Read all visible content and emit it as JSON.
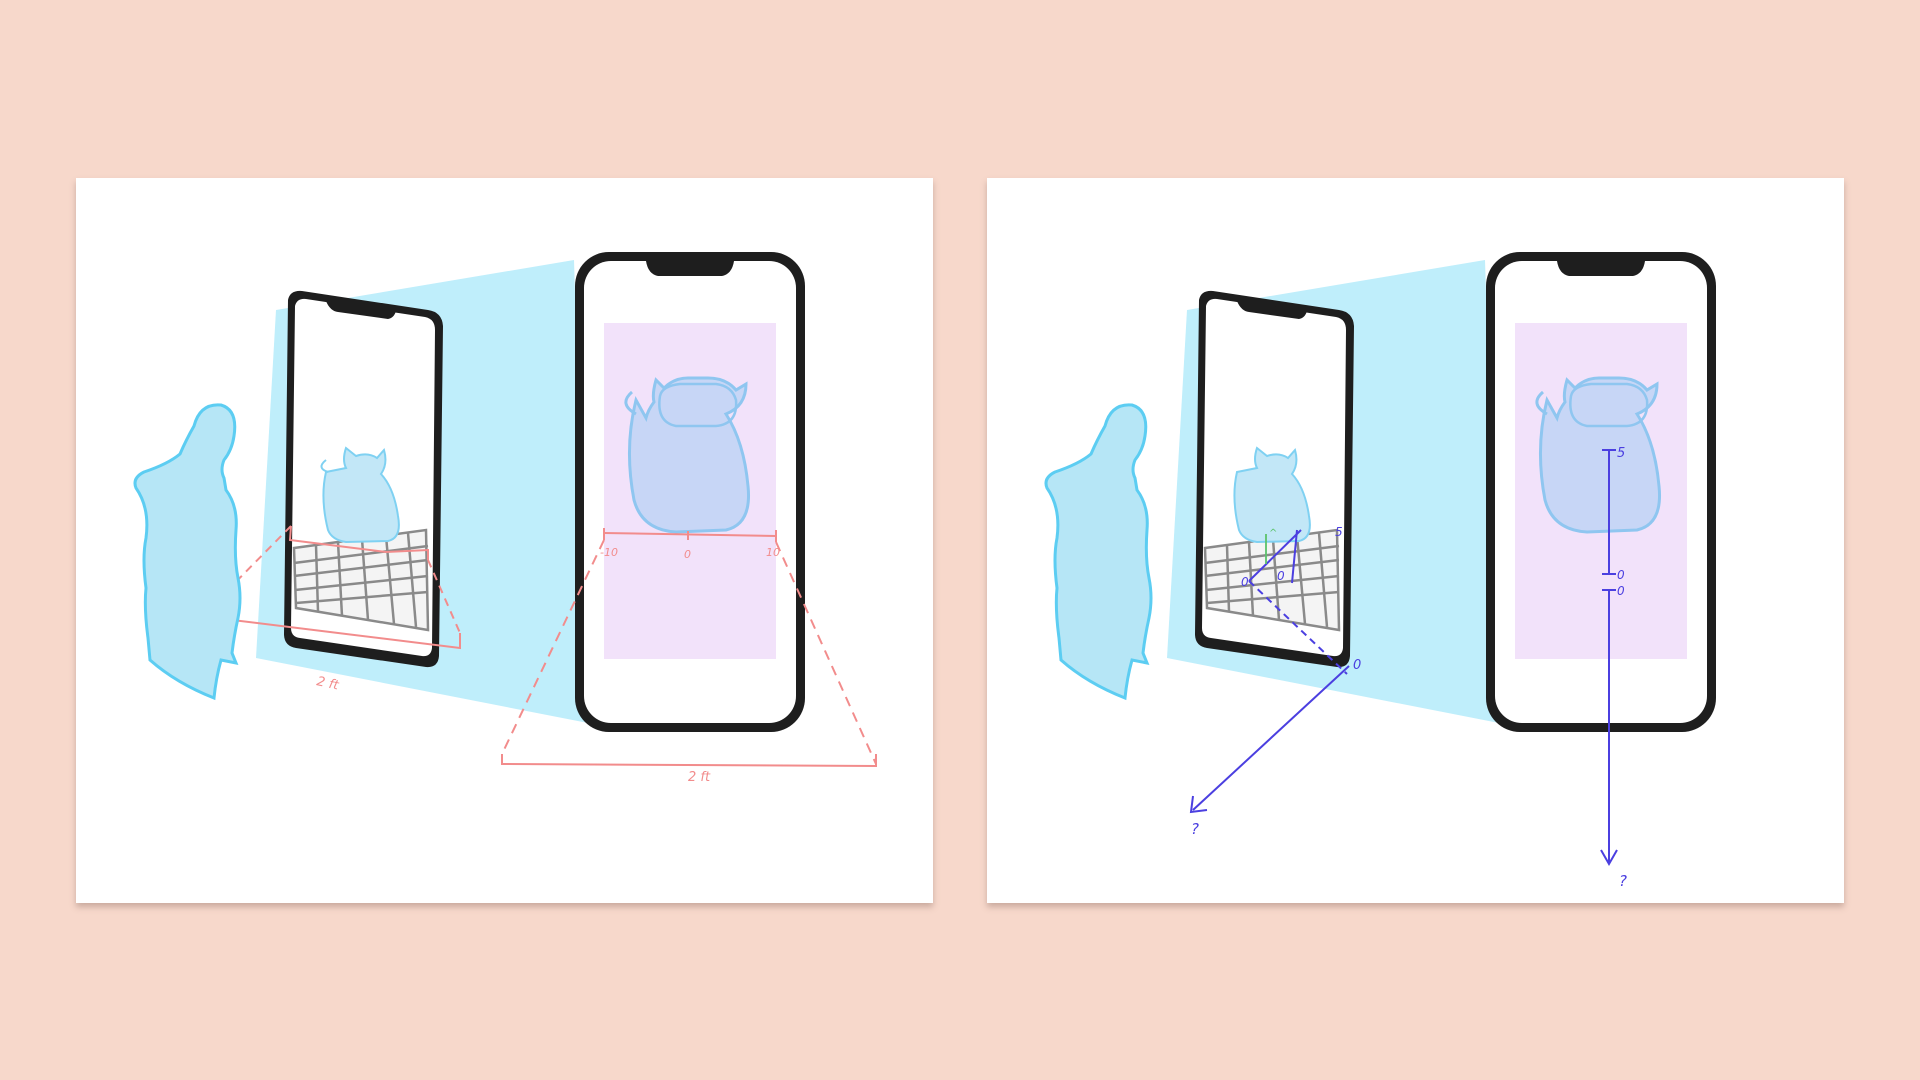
{
  "colors": {
    "background": "#f7d8cb",
    "panel": "#ffffff",
    "camera_beam": "#bfeefb",
    "figure_fill": "#b6e6f6",
    "figure_stroke": "#5ccdf2",
    "screen_tint": "#f2e2fa",
    "cat_fill": "#c7d6f6",
    "cat_stroke": "#8fc6f0",
    "measure_red": "#f28c8c",
    "axis_blue": "#4b3fe0",
    "axis_green": "#5bc26a",
    "phone_frame": "#1e1e1e"
  },
  "left_panel": {
    "person_icon": "person-silhouette-icon",
    "phone_icon": "smartphone-icon",
    "cat_icon": "cat-silhouette-icon",
    "label_distance_person": "2 ft",
    "label_distance_phone": "2 ft",
    "tick_neg": "-10",
    "tick_zero": "0",
    "tick_pos": "10"
  },
  "right_panel": {
    "person_icon": "person-silhouette-icon",
    "phone_icon": "smartphone-icon",
    "cat_icon": "cat-silhouette-icon",
    "small_phone_axis": {
      "origin_a": "0",
      "origin_b": "0",
      "top_value": "5",
      "up_arrow_label": "^"
    },
    "floor_axis": {
      "origin": "0",
      "unknown": "?"
    },
    "big_phone_axis": {
      "top": "5",
      "zero_a": "0",
      "zero_b": "0",
      "unknown": "?"
    }
  }
}
